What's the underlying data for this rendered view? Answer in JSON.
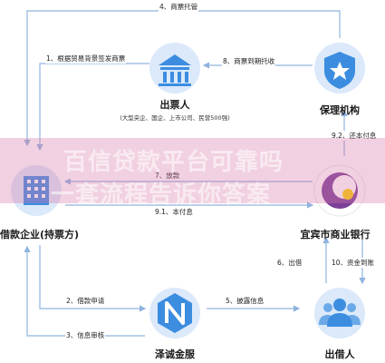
{
  "nodes": {
    "top_center": {
      "name": "出票人",
      "sub": "(大型央企、国企、上市公司、民营500强)"
    },
    "top_right": {
      "name": "保理机构"
    },
    "mid_left": {
      "name": "借款企业(持票方)"
    },
    "mid_right": {
      "name": "宜宾市商业银行"
    },
    "bottom_center": {
      "name": "泽诚金服"
    },
    "bottom_right": {
      "name": "出借人"
    }
  },
  "edges": {
    "e4": "4、商票托管",
    "e1": "1、根据贸易背景签发商票",
    "e8": "8、商票到期托收",
    "e92": "9.2、还本付息",
    "e7": "7、放款",
    "e91": "9.1、本付息",
    "e6": "6、出借",
    "e10": "10、资金到账",
    "e2": "2、借款申请",
    "e5": "5、披露信息",
    "e3": "3、信息审核"
  },
  "overlay": {
    "line1": "百信贷款平台可靠吗",
    "line2": "一套流程告诉你答案"
  },
  "colors": {
    "primary": "#3c8de0",
    "light": "#dbe9fa",
    "line": "#8fb3de",
    "bank": "#7b3f98",
    "bank_accent": "#ffd400",
    "overlay": "#d678aa"
  }
}
